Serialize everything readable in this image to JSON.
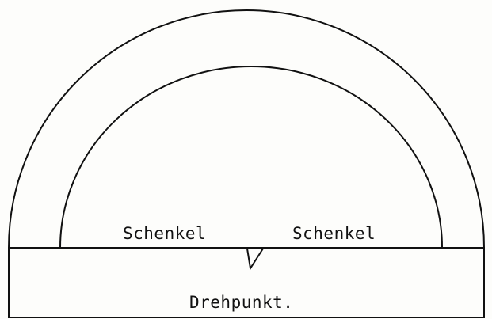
{
  "diagram": {
    "labels": {
      "left_arm": "Schenkel",
      "right_arm": "Schenkel",
      "pivot": "Drehpunkt."
    },
    "colors": {
      "ink": "#111111",
      "paper": "#fdfdfb"
    }
  }
}
